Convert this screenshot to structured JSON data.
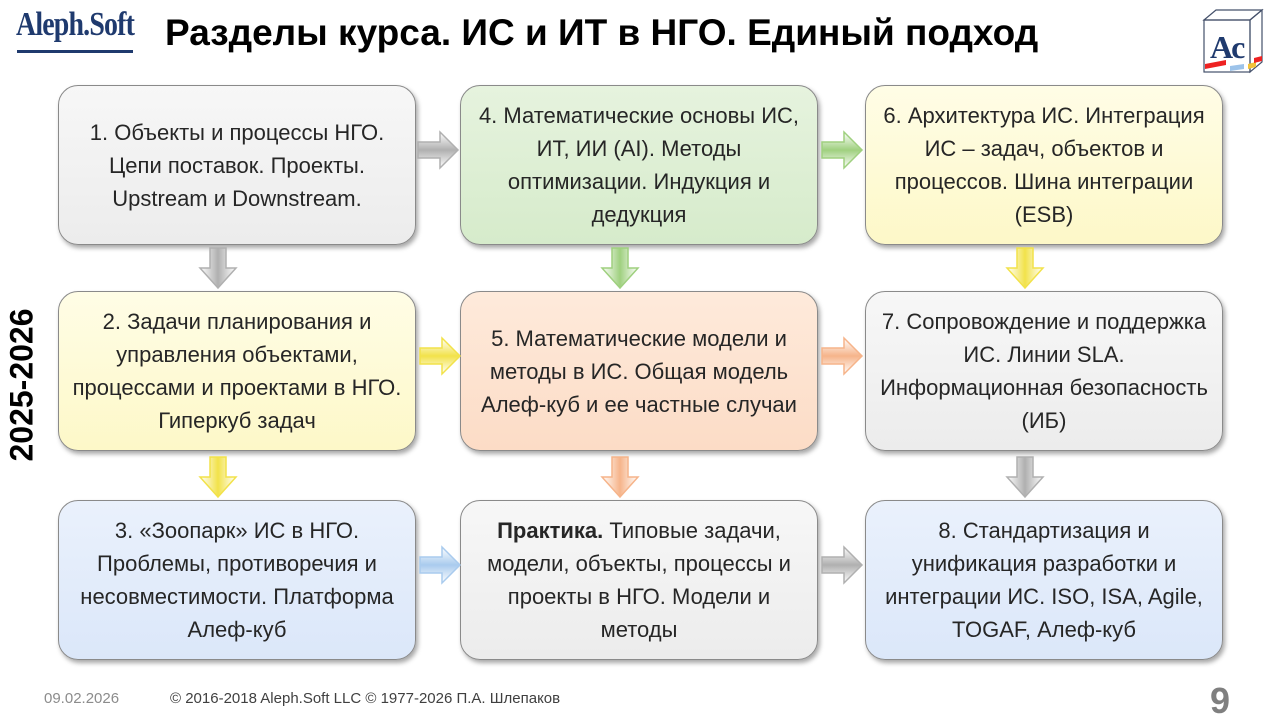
{
  "logo": "Aleph.Soft",
  "title": "Разделы курса. ИС и ИТ в НГО. Единый подход",
  "cube_logo": "Ac",
  "year_label": "2025-2026",
  "boxes": {
    "b1": "1. Объекты и процессы НГО. Цепи поставок. Проекты. Upstream и Downstream.",
    "b4": "4. Математические основы ИС, ИТ, ИИ (AI). Методы оптимизации. Индукция и дедукция",
    "b6": "6. Архитектура ИС. Интеграция ИС – задач, объектов и процессов. Шина интеграции (ESB)",
    "b2": "2. Задачи планирования и управления объектами, процессами и проектами в НГО. Гиперкуб задач",
    "b5": "5. Математические модели и методы в ИС. Общая модель Алеф-куб и ее частные случаи",
    "b7": "7. Сопровождение и поддержка ИС. Линии SLA. Информационная безопасность (ИБ)",
    "b3": "3. «Зоопарк» ИС в НГО. Проблемы, противоречия и несовместимости. Платформа Алеф-куб",
    "practice_bold": "Практика.",
    "practice": " Типовые задачи, модели, объекты, процессы и проекты в НГО. Модели и методы",
    "b8": "8. Стандартизация и унификация разработки и интеграции ИС. ISO, ISA, Agile, TOGAF, Алеф-куб"
  },
  "colors": {
    "gray": "#b0b0b0",
    "green": "#9fd07f",
    "yellow": "#f2e24a",
    "peach": "#f6b48a",
    "blue": "#a9cbee"
  },
  "footer": {
    "date": "09.02.2026",
    "copyright": "© 2016-2018 Aleph.Soft LLC © 1977-2026 П.А. Шлепаков",
    "page": "9"
  }
}
